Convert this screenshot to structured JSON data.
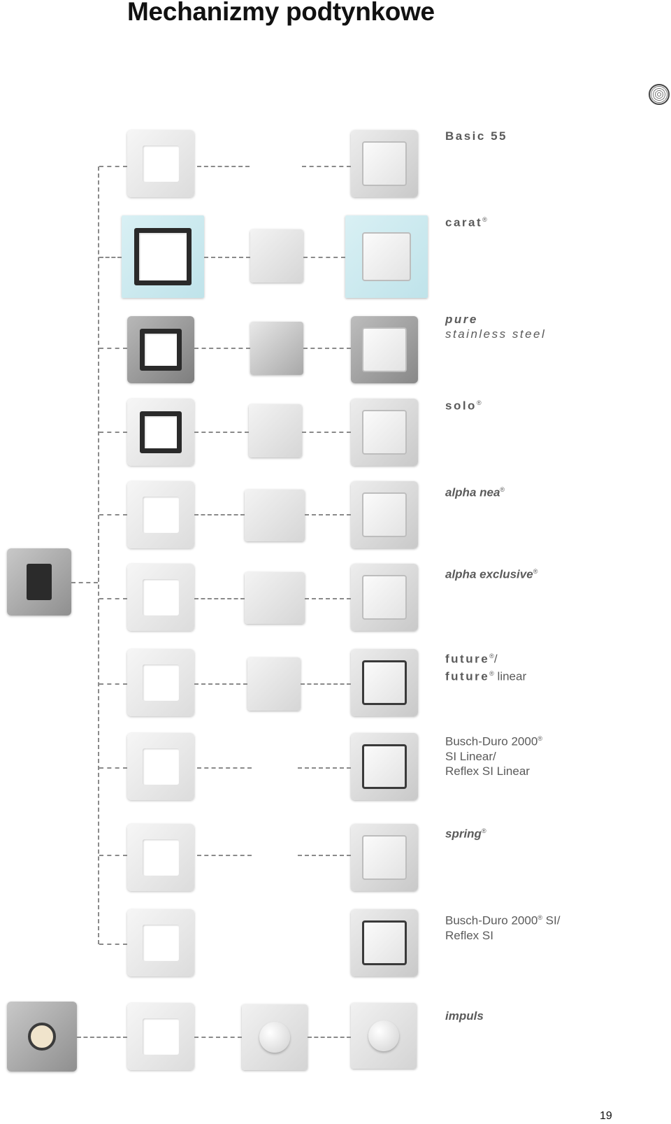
{
  "title": "Mechanizmy podtynkowe",
  "page_number": "19",
  "series": [
    {
      "name": "Basic 55"
    },
    {
      "name": "carat",
      "reg": "®"
    },
    {
      "name": "pure",
      "sub": "stainless steel"
    },
    {
      "name": "solo",
      "reg": "®"
    },
    {
      "name": "alpha nea",
      "reg": "®"
    },
    {
      "name": "alpha exclusive",
      "reg": "®"
    },
    {
      "line1": "future",
      "line1_suffix": "/",
      "line2": "future",
      "line2_suffix": " linear",
      "reg": "®"
    },
    {
      "line1": "Busch-Duro 2000",
      "reg": "®",
      "line2": "SI Linear/",
      "line3": "Reflex SI Linear"
    },
    {
      "name": "spring",
      "reg": "®"
    },
    {
      "line1": "Busch-Duro 2000",
      "reg": "®",
      "line1_suffix": " SI/",
      "line2": "Reflex SI"
    },
    {
      "name": "impuls"
    }
  ],
  "icons": {
    "corner_logo": "manufacturer-seal-icon"
  }
}
